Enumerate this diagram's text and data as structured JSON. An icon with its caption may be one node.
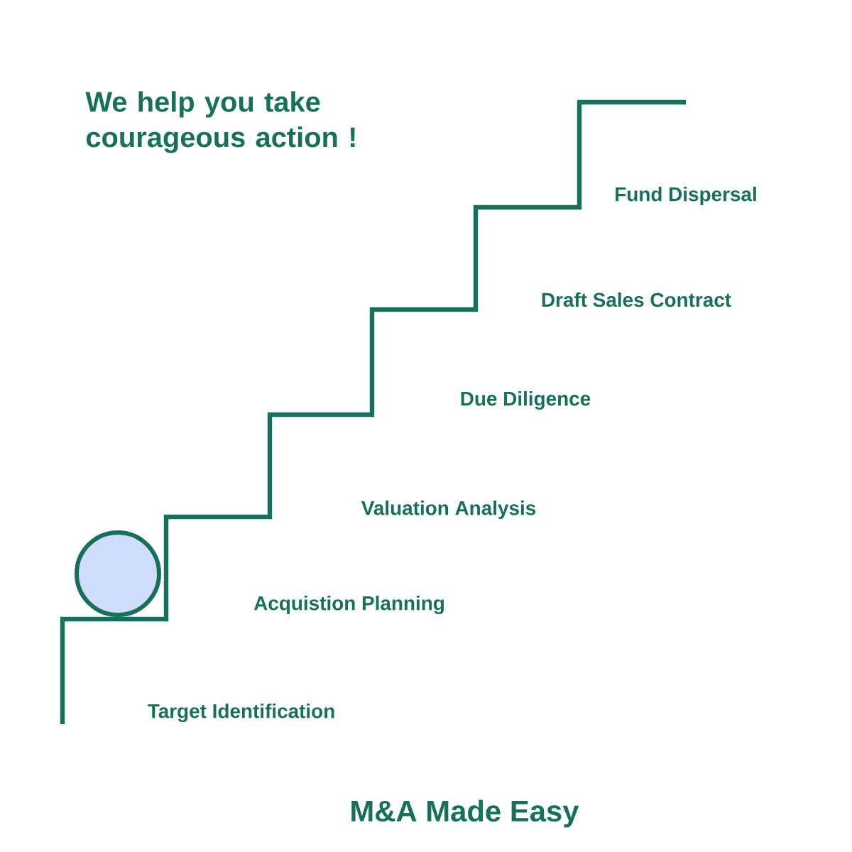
{
  "diagram": {
    "title": "We help you take courageous action !",
    "caption": "M&A Made Easy",
    "labels": [
      "Fund Dispersal",
      "Draft Sales Contract",
      "Due Diligence",
      "Valuation Analysis",
      "Acquistion Planning",
      "Target Identification"
    ]
  }
}
